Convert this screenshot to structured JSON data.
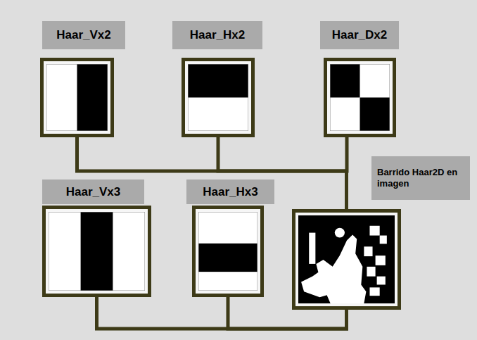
{
  "diagram": {
    "nodes": [
      {
        "text": [
          "Haar_Vx2"
        ]
      },
      {
        "text": [
          "Haar_Hx2"
        ]
      },
      {
        "text": [
          "Haar_Dx2"
        ]
      },
      {
        "text": [
          "Haar_Vx3"
        ]
      },
      {
        "text": [
          "Haar_Hx3"
        ]
      },
      {
        "text": [
          "Barrido Haar2D en imagen"
        ]
      }
    ],
    "edges": [
      {
        "from": 0,
        "to": 5,
        "arrow": "none"
      },
      {
        "from": 1,
        "to": 5,
        "arrow": "none"
      },
      {
        "from": 2,
        "to": 5,
        "arrow": "none"
      },
      {
        "from": 3,
        "to": 5,
        "arrow": "none"
      },
      {
        "from": 4,
        "to": 5,
        "arrow": "none"
      }
    ]
  }
}
